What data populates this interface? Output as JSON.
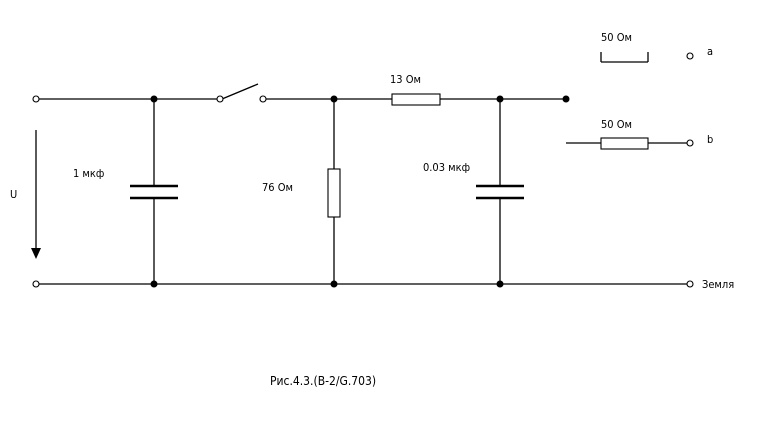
{
  "labels": {
    "voltage": "U",
    "c1": "1 мкф",
    "r_shunt": "76 Ом",
    "r_series": "13 Ом",
    "c2": "0.03 мкф",
    "r_a": "50 Ом",
    "r_b": "50 Ом",
    "terminal_a": "a",
    "terminal_b": "b",
    "ground": "Земля"
  },
  "caption": "Рис.4.3.(В-2/G.703)"
}
